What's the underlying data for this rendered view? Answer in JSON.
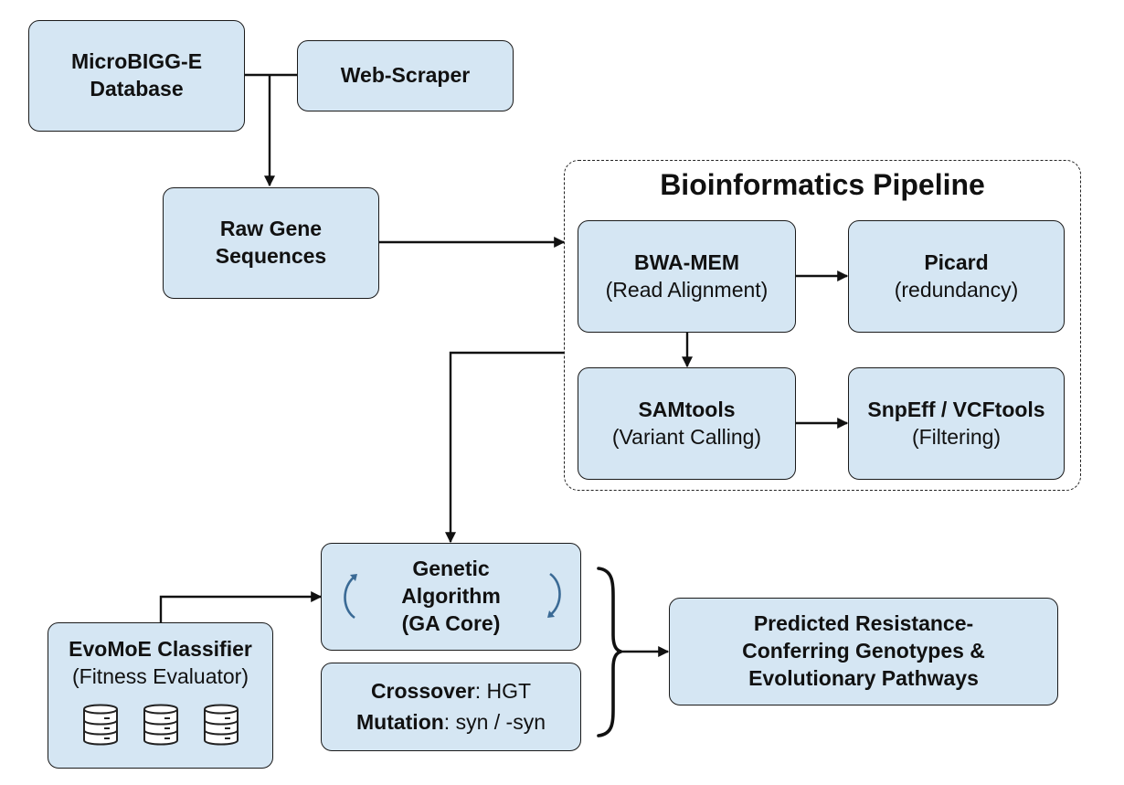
{
  "nodes": {
    "microbigg": {
      "line1": "MicroBIGG-E",
      "line2": "Database"
    },
    "webscraper": {
      "label": "Web-Scraper"
    },
    "raw": {
      "line1": "Raw Gene",
      "line2": "Sequences"
    },
    "bwa": {
      "title": "BWA-MEM",
      "sub": "(Read Alignment)"
    },
    "picard": {
      "title": "Picard",
      "sub": "(redundancy)"
    },
    "samtools": {
      "title": "SAMtools",
      "sub": "(Variant Calling)"
    },
    "snpeff": {
      "title": "SnpEff / VCFtools",
      "sub": "(Filtering)"
    },
    "ga": {
      "line1": "Genetic",
      "line2": "Algorithm",
      "line3": "(GA Core)"
    },
    "ops": {
      "crossover_label": "Crossover",
      "crossover_value": ": HGT",
      "mutation_label": "Mutation",
      "mutation_value": ": syn / -syn"
    },
    "evomoe": {
      "title": "EvoMoE Classifier",
      "sub": "(Fitness Evaluator)"
    },
    "predicted": {
      "line1": "Predicted Resistance-",
      "line2": "Conferring Genotypes &",
      "line3": "Evolutionary Pathways"
    }
  },
  "group": {
    "title": "Bioinformatics Pipeline"
  },
  "icons": [
    "database-icon",
    "database-icon",
    "database-icon",
    "cycle-arrow-icon"
  ],
  "colors": {
    "box_fill": "#d5e6f3",
    "border": "#1a1a1a",
    "cycle_arrow": "#3a6a95"
  }
}
